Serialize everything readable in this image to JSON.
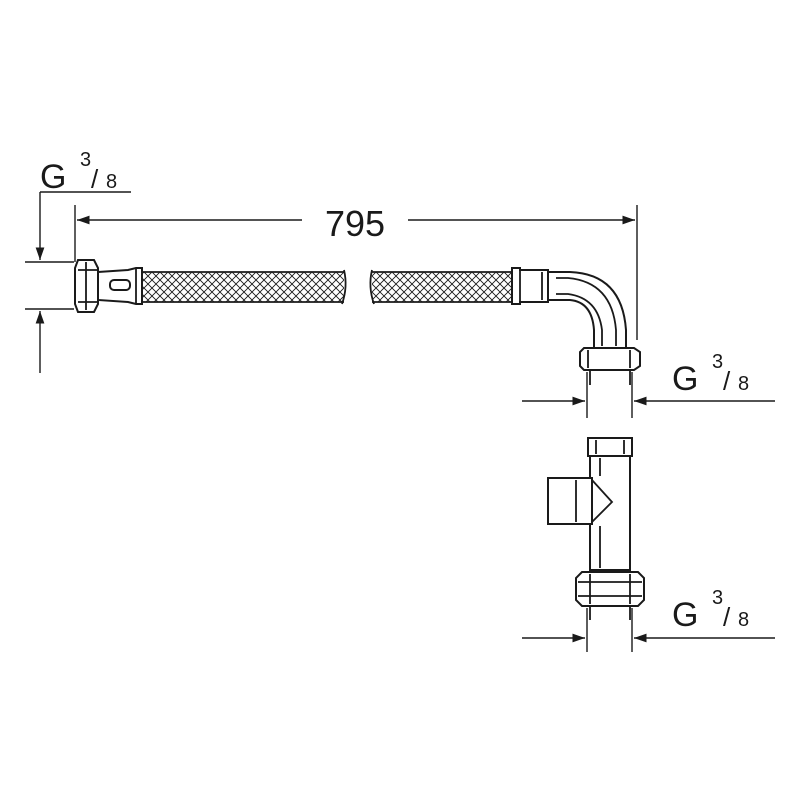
{
  "drawing": {
    "length_label": "795",
    "thread_left": {
      "letter": "G",
      "numerator": "3",
      "denominator": "8"
    },
    "thread_elbow": {
      "letter": "G",
      "numerator": "3",
      "denominator": "8"
    },
    "thread_tee": {
      "letter": "G",
      "numerator": "3",
      "denominator": "8"
    },
    "colors": {
      "line": "#1a1a1a",
      "background": "#ffffff"
    }
  }
}
